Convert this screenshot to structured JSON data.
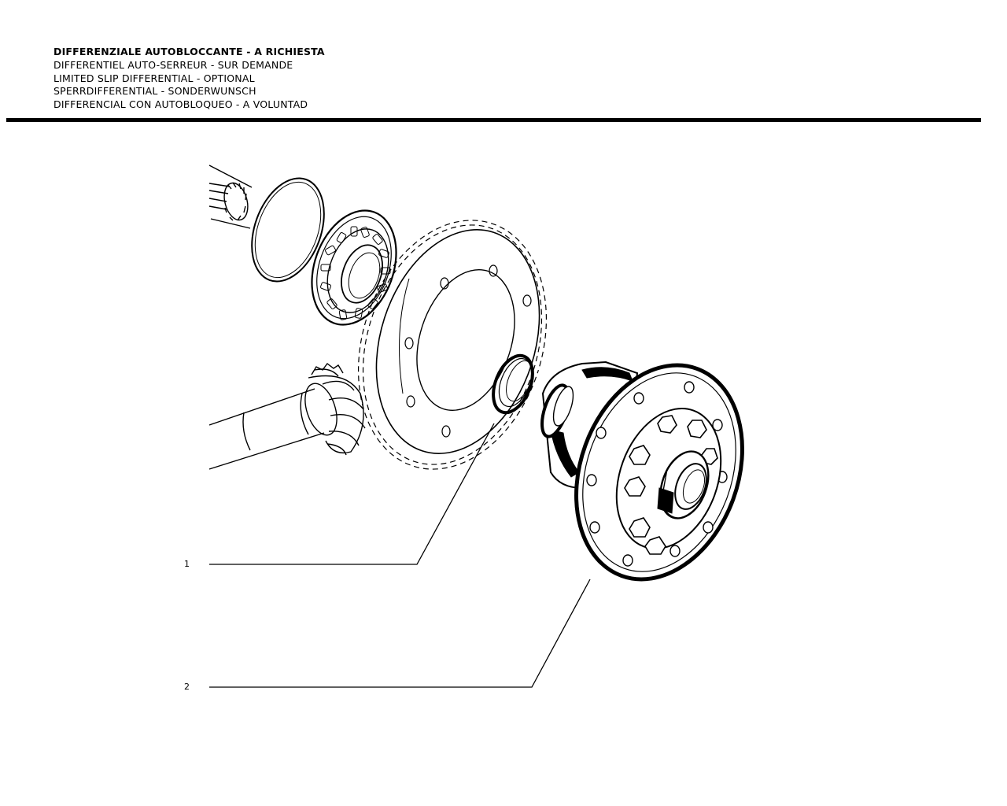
{
  "header": {
    "lines": [
      "DIFFERENZIALE AUTOBLOCCANTE - A RICHIESTA",
      "DIFFERENTIEL AUTO-SERREUR - SUR DEMANDE",
      "LIMITED SLIP DIFFERENTIAL - OPTIONAL",
      "SPERRDIFFERENTIAL - SONDERWUNSCH",
      "DIFFERENCIAL CON AUTOBLOQUEO - A VOLUNTAD"
    ]
  },
  "callouts": [
    {
      "number": "1"
    },
    {
      "number": "2"
    }
  ],
  "colors": {
    "ink": "#000000",
    "paper": "#ffffff"
  }
}
